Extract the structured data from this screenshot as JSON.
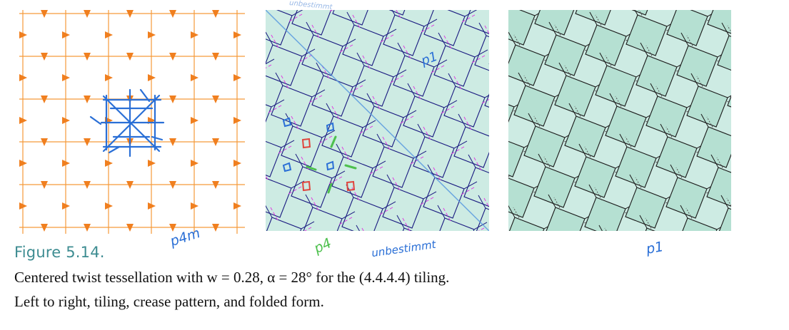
{
  "figure": {
    "label": "Figure 5.14.",
    "caption_line1": "Centered twist tessellation with w = 0.28, α = 28° for the (4.4.4.4) tiling.",
    "caption_line2": "Left to right, tiling, crease pattern, and folded form."
  },
  "annotations": {
    "tiling_symmetry": "p4m",
    "crease_symmetry": "p4",
    "crease_inner_label": "p1",
    "crease_note": "unbestimmt",
    "crease_top_note": "unbestimmt",
    "folded_symmetry": "p1"
  },
  "colors": {
    "tiling_lines": "#f59a3a",
    "arrow_marks": "#f07f1f",
    "ink_blue": "#2a6fd6",
    "ink_green": "#4dc04d",
    "ink_red": "#e0453d",
    "crease_valley": "#e040e0",
    "crease_mountain": "#1a1a80",
    "paper_fill": "#cdebe3",
    "figure_label": "#3d8c91"
  }
}
